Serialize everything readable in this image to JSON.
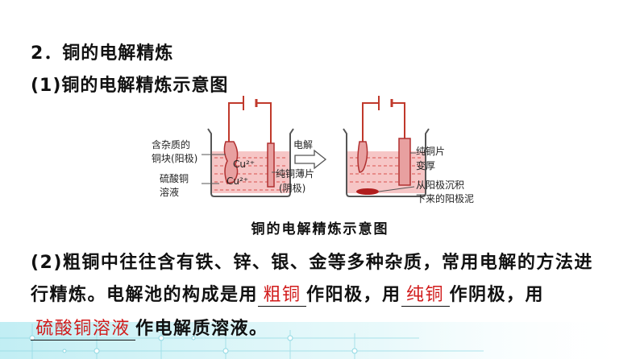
{
  "section_heading": "2．铜的电解精炼",
  "subheading_1": "(1)铜的电解精炼示意图",
  "diagram": {
    "left_label_1": "含杂质的",
    "left_label_2": "铜块(阳极)",
    "left_label_3": "硫酸铜",
    "left_label_4": "溶液",
    "ion_1": "Cu²⁺",
    "ion_2": "Cu²⁺",
    "middle_label_1": "纯铜薄片",
    "middle_label_2": "(阴极)",
    "arrow_label": "电解",
    "right_label_1": "纯铜片",
    "right_label_2": "变厚",
    "right_label_3": "从阳极沉积",
    "right_label_4": "下来的阳极泥"
  },
  "figure_caption": "铜的电解精炼示意图",
  "paragraph": {
    "line1": "(2)粗铜中往往含有铁、锌、银、金等多种杂质，常用电解的方法进",
    "line2_a": "行精炼。电解池的构成是用",
    "answer_1": "粗铜",
    "line2_b": "作阳极，用",
    "answer_2": "纯铜",
    "line2_c": "作阴极，用",
    "answer_3": "硫酸铜溶液",
    "line3_b": "作电解质溶液。"
  },
  "colors": {
    "answer": "#d11a1a",
    "wire": "#c0392b",
    "solution": "#f6c6c6",
    "electrode": "#e8a0a0"
  }
}
